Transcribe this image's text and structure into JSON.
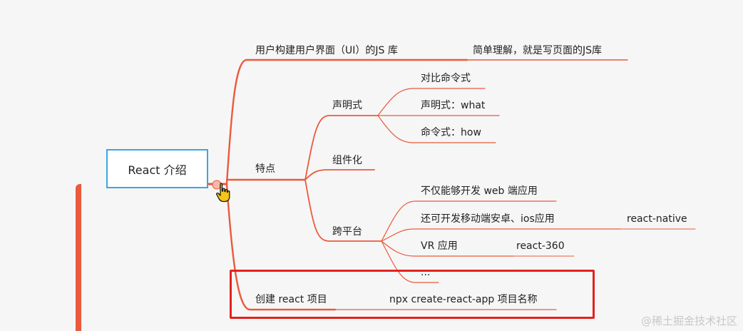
{
  "root": {
    "label": "React 介绍"
  },
  "nodes": {
    "definition": "用户构建用户界面（UI）的JS 库",
    "definition_note": "简单理解，就是写页面的JS库",
    "features": "特点",
    "declarative": "声明式",
    "compare_imperative": "对比命令式",
    "declarative_what": "声明式：what",
    "imperative_how": "命令式：how",
    "componentization": "组件化",
    "cross_platform": "跨平台",
    "web_apps": "不仅能够开发 web 端应用",
    "mobile_apps": "还可开发移动端安卓、ios应用",
    "react_native": "react-native",
    "vr_apps": "VR 应用",
    "react_360": "react-360",
    "more": "...",
    "create_project": "创建 react 项目",
    "create_command": "npx create-react-app 项目名称"
  },
  "watermark": "@稀土掘金技术社区",
  "colors": {
    "branch": "#ea5a3c",
    "root_border": "#3aa7e0",
    "highlight": "#e3221d",
    "background": "#f6f6f6"
  }
}
